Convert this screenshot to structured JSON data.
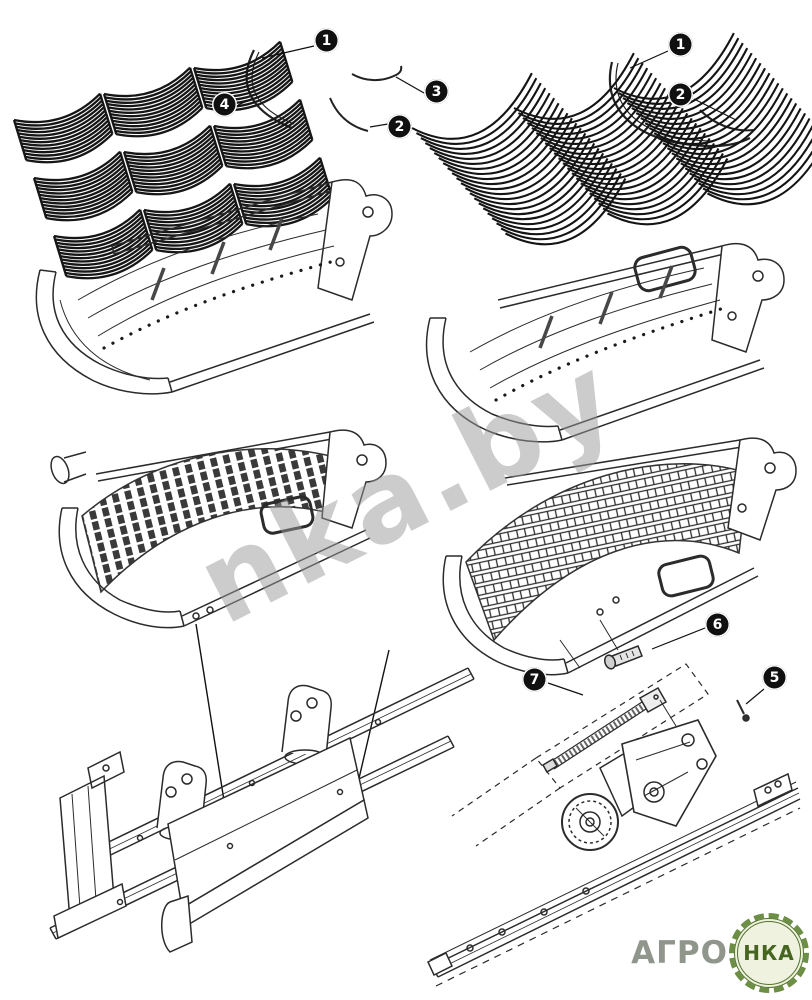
{
  "watermark": {
    "text": "nka.by"
  },
  "logo": {
    "agro": "АГРО",
    "nka": "НКА",
    "green": "#55742f"
  },
  "callouts": [
    {
      "id": "top-left-1",
      "label": "1"
    },
    {
      "id": "top-left-4",
      "label": "4"
    },
    {
      "id": "top-left-3",
      "label": "3"
    },
    {
      "id": "top-left-2",
      "label": "2"
    },
    {
      "id": "top-right-1",
      "label": "1"
    },
    {
      "id": "top-right-2",
      "label": "2"
    },
    {
      "id": "bottom-6",
      "label": "6"
    },
    {
      "id": "bottom-5",
      "label": "5"
    },
    {
      "id": "bottom-7",
      "label": "7"
    }
  ]
}
